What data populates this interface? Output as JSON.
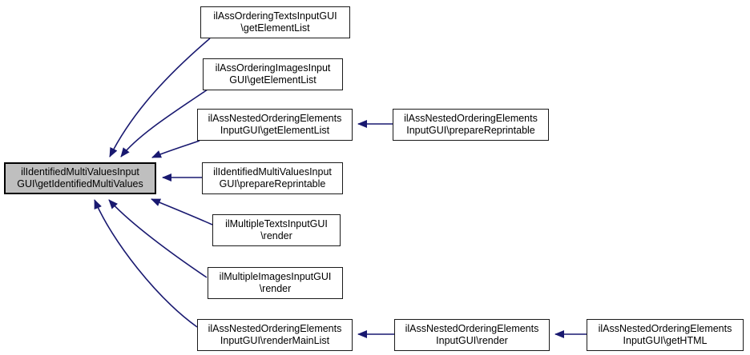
{
  "diagram": {
    "type": "doxygen-caller-graph",
    "edge_color": "#191970",
    "highlight_fill": "#bfbfbf",
    "node_fill": "#ffffff",
    "nodes": {
      "mainNode": {
        "label": "ilIdentifiedMultiValuesInput\nGUI\\getIdentifiedMultiValues",
        "highlighted": true
      },
      "orderingTextsGetElementList": {
        "label": "ilAssOrderingTextsInputGUI\n\\getElementList",
        "highlighted": false
      },
      "orderingImagesGetElementList": {
        "label": "ilAssOrderingImagesInput\nGUI\\getElementList",
        "highlighted": false
      },
      "nestedGetElementList": {
        "label": "ilAssNestedOrderingElements\nInputGUI\\getElementList",
        "highlighted": false
      },
      "nestedPrepareReprintable": {
        "label": "ilAssNestedOrderingElements\nInputGUI\\prepareReprintable",
        "highlighted": false
      },
      "identifiedPrepareReprintable": {
        "label": "ilIdentifiedMultiValuesInput\nGUI\\prepareReprintable",
        "highlighted": false
      },
      "multipleTextsRender": {
        "label": "ilMultipleTextsInputGUI\n\\render",
        "highlighted": false
      },
      "multipleImagesRender": {
        "label": "ilMultipleImagesInputGUI\n\\render",
        "highlighted": false
      },
      "nestedRenderMainList": {
        "label": "ilAssNestedOrderingElements\nInputGUI\\renderMainList",
        "highlighted": false
      },
      "nestedRender": {
        "label": "ilAssNestedOrderingElements\nInputGUI\\render",
        "highlighted": false
      },
      "nestedGetHTML": {
        "label": "ilAssNestedOrderingElements\nInputGUI\\getHTML",
        "highlighted": false
      }
    },
    "edges": [
      {
        "from": "orderingTextsGetElementList",
        "to": "mainNode"
      },
      {
        "from": "orderingImagesGetElementList",
        "to": "mainNode"
      },
      {
        "from": "nestedGetElementList",
        "to": "mainNode"
      },
      {
        "from": "nestedPrepareReprintable",
        "to": "nestedGetElementList"
      },
      {
        "from": "identifiedPrepareReprintable",
        "to": "mainNode"
      },
      {
        "from": "multipleTextsRender",
        "to": "mainNode"
      },
      {
        "from": "multipleImagesRender",
        "to": "mainNode"
      },
      {
        "from": "nestedRenderMainList",
        "to": "mainNode"
      },
      {
        "from": "nestedRender",
        "to": "nestedRenderMainList"
      },
      {
        "from": "nestedGetHTML",
        "to": "nestedRender"
      }
    ]
  }
}
